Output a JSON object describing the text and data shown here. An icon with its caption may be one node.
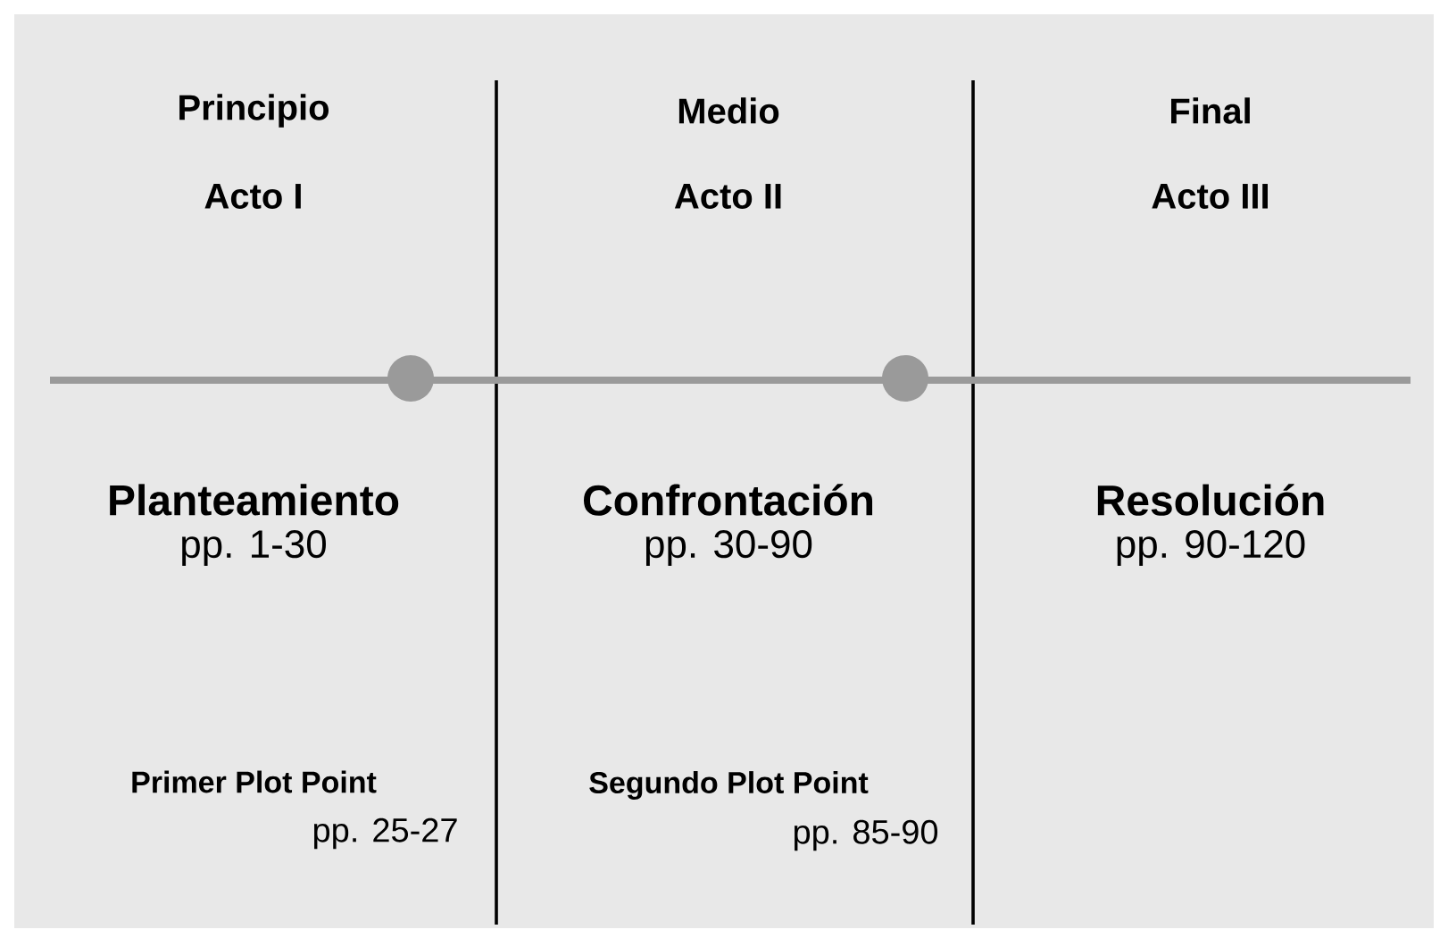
{
  "diagram": {
    "labels": [
      "Principio",
      "Medio",
      "Final",
      "Acto I",
      "Acto II",
      "Acto III",
      "Planteamiento",
      "Confrontación",
      "Resolución",
      "pp. 1-30",
      "pp. 30-90",
      "pp. 90-120",
      "Primer Plot Point",
      "Segundo Plot Point",
      "pp. 25-27",
      "pp. 85-90"
    ]
  }
}
